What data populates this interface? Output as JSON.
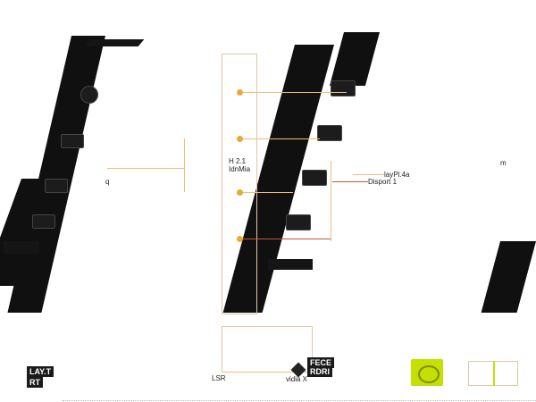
{
  "ports": {
    "hdmi_version": "H 2.1",
    "hdmi_label": "IdnMia",
    "dp_version": "layPl.4a",
    "dp_label": "Disport 1"
  },
  "bottom_left": {
    "line1": "LAY.T",
    "line2": "RT"
  },
  "bottom_center": {
    "label_left": "LSR",
    "badge_line1": "FECE",
    "badge_line2": "RDRI",
    "badge_line3": "vidia X"
  },
  "misc": {
    "right_mark": "m",
    "left_mark": "q"
  },
  "colors": {
    "accent": "#e8a83a",
    "lead": "#e8c07a",
    "lead_red": "#c8562f",
    "nvidia_green": "#c4e000",
    "bracket": "#101010"
  }
}
